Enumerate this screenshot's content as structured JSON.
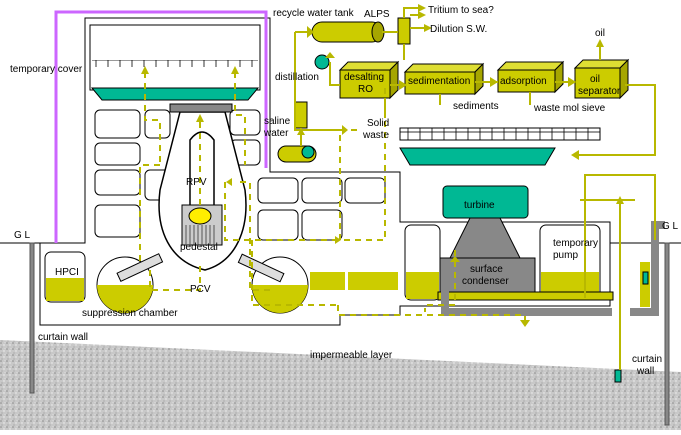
{
  "labels": {
    "temporary_cover": "temporary cover",
    "recycle_water_tank": "recycle water tank",
    "alps": "ALPS",
    "tritium_to_sea": "Tritium to sea?",
    "dilution_sw": "Dilution  S.W.",
    "oil": "oil",
    "distillation": "distillation",
    "desalting": "desalting",
    "ro": "RO",
    "sedimentation": "sedimentation",
    "adsorption": "adsorption",
    "oil_separator_line1": "oil",
    "oil_separator_line2": "separator",
    "sediments": "sediments",
    "waste_mol_sieve": "waste mol sieve",
    "solid_waste_line1": "Solid",
    "solid_waste_line2": "waste",
    "saline_water_line1": "saline",
    "saline_water_line2": "water",
    "rpv": "RPV",
    "pedestal": "pedestal",
    "pcv": "PCV",
    "hpci": "HPCI",
    "suppression_chamber": "suppression chamber",
    "turbine": "turbine",
    "surface_condenser_line1": "surface",
    "surface_condenser_line2": "condenser",
    "temporary_pump_line1": "temporary",
    "temporary_pump_line2": "pump",
    "gl_left": "G L",
    "gl_right": "G L",
    "curtain_wall_left": "curtain wall",
    "curtain_wall_right_line1": "curtain",
    "curtain_wall_right_line2": "wall",
    "impermeable_layer": "impermeable layer"
  },
  "colors": {
    "water": "#cccc00",
    "pipe": "#b8b800",
    "teal": "#00b894",
    "cover": "#cc66ff",
    "box": "#cccc00",
    "ground": "#b0b0b0"
  }
}
